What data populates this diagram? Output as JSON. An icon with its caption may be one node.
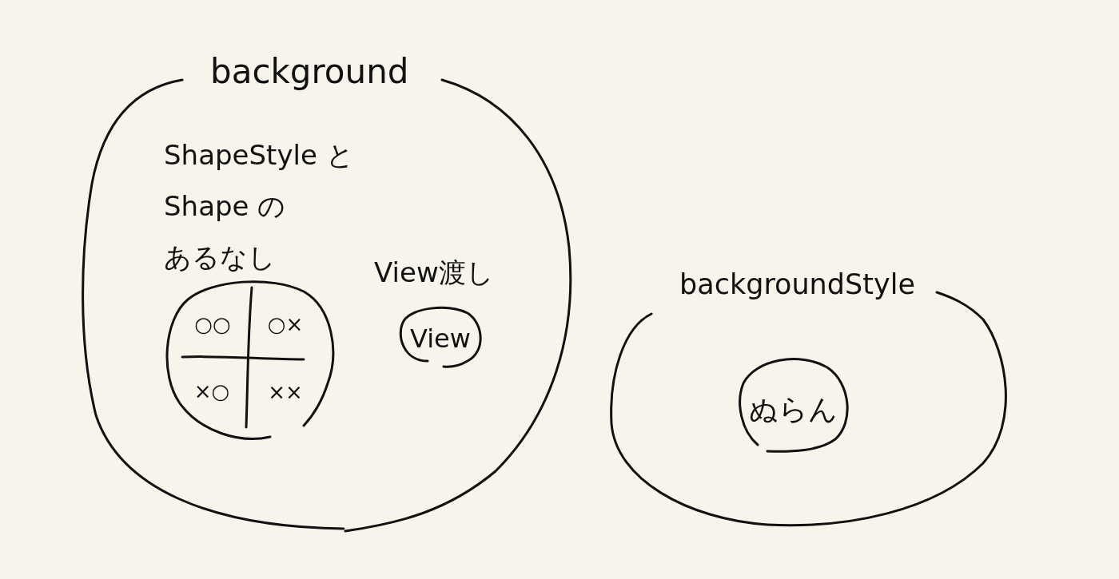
{
  "diagram": {
    "nodes": [
      {
        "text": [
          "background"
        ]
      },
      {
        "text": [
          "ShapeStyle と Shape のあるなし",
          "○○",
          "○×",
          "×○",
          "××"
        ],
        "in": 0
      },
      {
        "text": [
          "View渡し",
          "View"
        ],
        "in": 0
      },
      {
        "text": [
          "backgroundStyle"
        ]
      },
      {
        "text": [
          "ぬらん"
        ],
        "in": 3
      }
    ]
  }
}
